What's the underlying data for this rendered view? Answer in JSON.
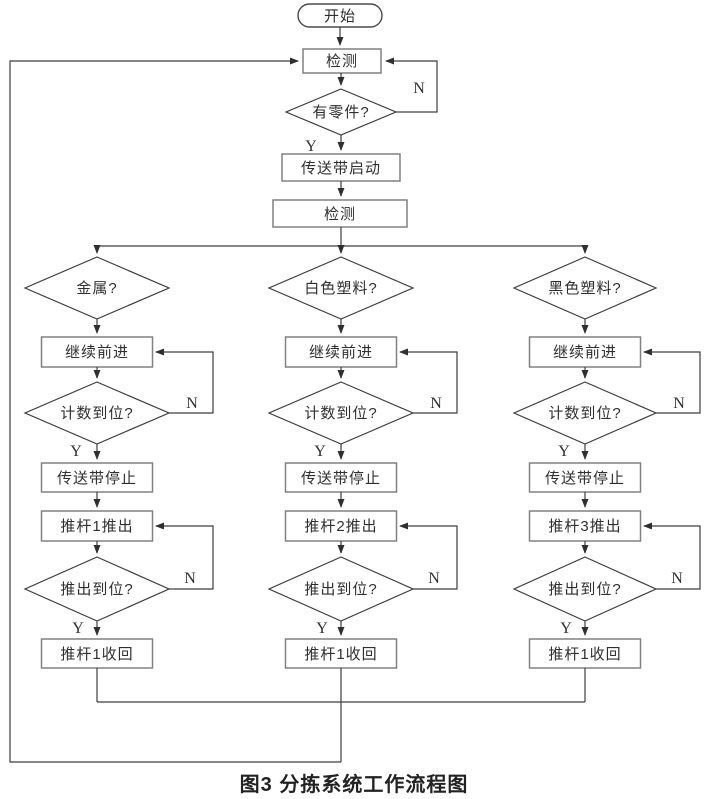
{
  "figure": {
    "caption": "图3  分拣系统工作流程图"
  },
  "flow": {
    "start": "开始",
    "detect": "检测",
    "has_part": "有零件?",
    "belt_start": "传送带启动",
    "detect2": "检测",
    "yes": "Y",
    "no": "N"
  },
  "branches": [
    {
      "condition": "金属?",
      "advance": "继续前进",
      "count_ok": "计数到位?",
      "belt_stop": "传送带停止",
      "push_out": "推杆1推出",
      "push_ok": "推出到位?",
      "retract": "推杆1收回"
    },
    {
      "condition": "白色塑料?",
      "advance": "继续前进",
      "count_ok": "计数到位?",
      "belt_stop": "传送带停止",
      "push_out": "推杆2推出",
      "push_ok": "推出到位?",
      "retract": "推杆1收回"
    },
    {
      "condition": "黑色塑料?",
      "advance": "继续前进",
      "count_ok": "计数到位?",
      "belt_stop": "传送带停止",
      "push_out": "推杆3推出",
      "push_ok": "推出到位?",
      "retract": "推杆1收回"
    }
  ]
}
